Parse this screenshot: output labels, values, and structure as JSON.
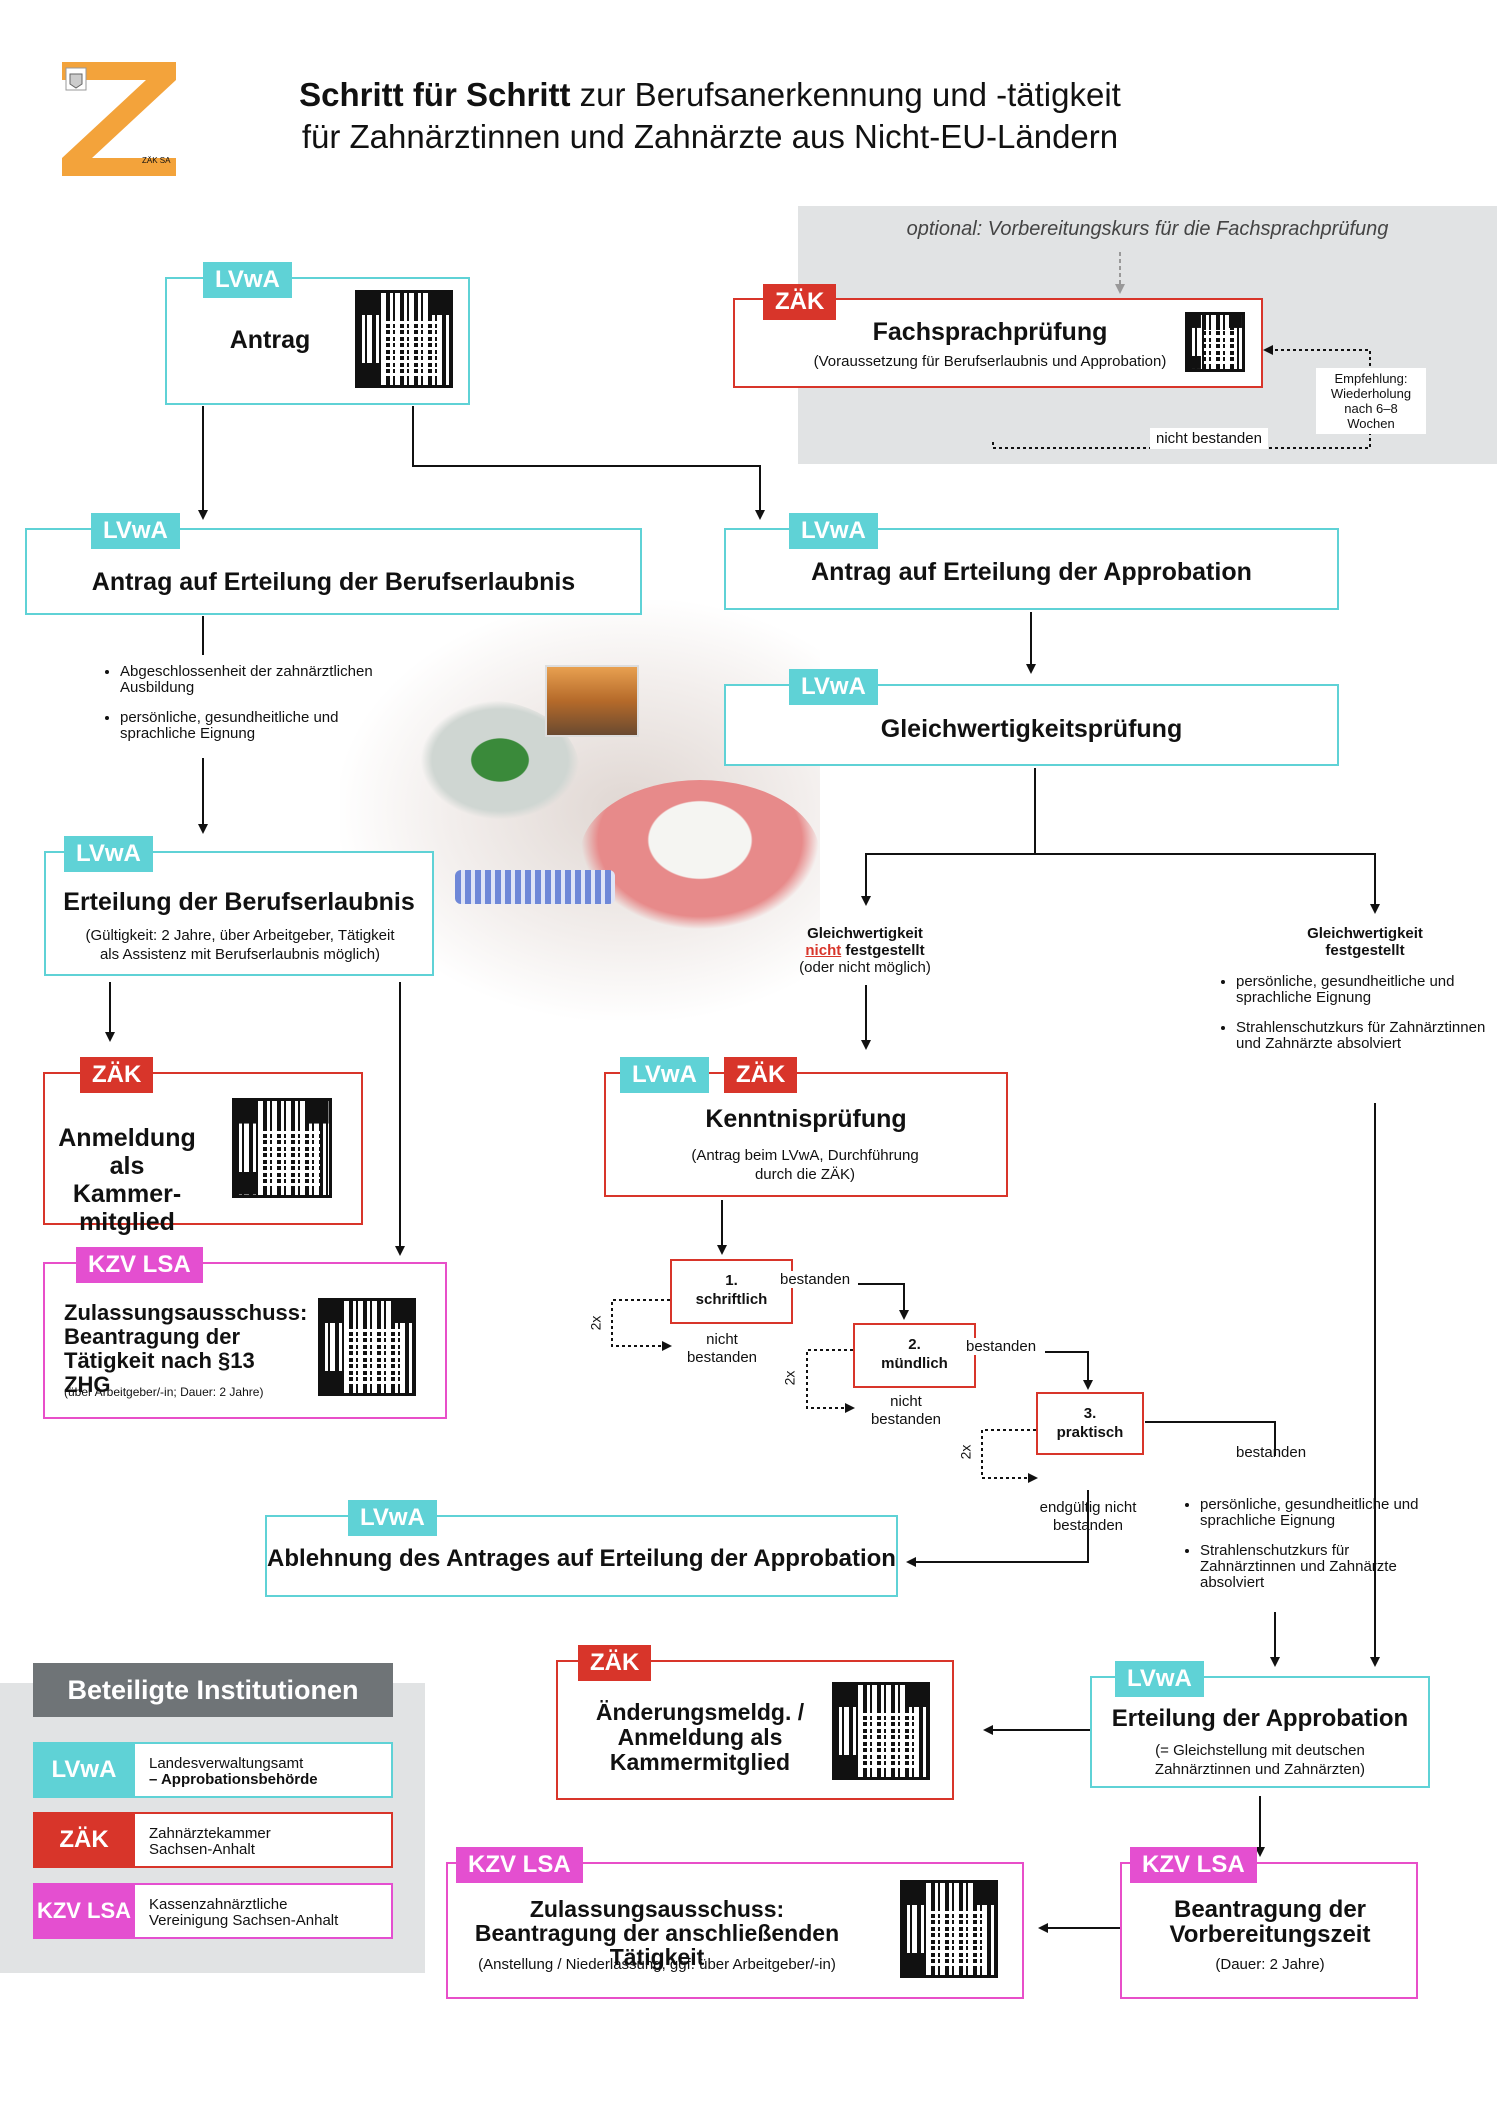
{
  "header": {
    "logo_text": "ZÄK SA",
    "title_bold": "Schritt für Schritt",
    "title_rest": " zur Berufsanerkennung und -tätigkeit",
    "title_line2": "für Zahnärztinnen und Zahnärzte aus Nicht-EU-Ländern"
  },
  "optional": {
    "heading": "optional: Vorbereitungskurs für die Fachsprachprüfung",
    "tag": "ZÄK",
    "title": "Fachsprachprüfung",
    "sub": "(Voraussetzung für Berufserlaubnis und Approbation)",
    "recommend": "Empfehlung: Wiederholung nach 6–8 Wochen",
    "failed": "nicht bestanden"
  },
  "antrag": {
    "tag": "LVwA",
    "title": "Antrag"
  },
  "berufserlaubnis_antrag": {
    "tag": "LVwA",
    "title": "Antrag auf Erteilung der Berufserlaubnis",
    "bullets": [
      "Abgeschlossenheit der zahnärztlichen Ausbildung",
      "persönliche, gesundheitliche und sprachliche Eignung"
    ]
  },
  "approbation_antrag": {
    "tag": "LVwA",
    "title": "Antrag auf Erteilung der Approbation"
  },
  "gleichwertigkeit": {
    "tag": "LVwA",
    "title": "Gleichwertigkeitsprüfung"
  },
  "berufserlaubnis": {
    "tag": "LVwA",
    "title": "Erteilung der Berufserlaubnis",
    "sub": "(Gültigkeit: 2 Jahre, über Arbeitgeber, Tätigkeit als Assistenz mit Berufserlaubnis möglich)"
  },
  "not_equal": {
    "line1": "Gleichwertigkeit",
    "word": "nicht",
    "line2": " festgestellt",
    "line3": "(oder nicht möglich)"
  },
  "equal": {
    "title": "Gleichwertigkeit festgestellt",
    "bullets": [
      "persönliche, gesundheitliche und sprachliche Eignung",
      "Strahlenschutzkurs für Zahnärztinnen und Zahnärzte absolviert"
    ]
  },
  "kammer": {
    "tag": "ZÄK",
    "title": "Anmeldung als Kammer-mitglied"
  },
  "kenntnis": {
    "tag1": "LVwA",
    "tag2": "ZÄK",
    "title": "Kenntnisprüfung",
    "sub": "(Antrag beim LVwA, Durchführung durch die ZÄK)"
  },
  "zulassung1": {
    "tag": "KZV LSA",
    "title": "Zulassungsausschuss: Beantragung der Tätigkeit nach §13 ZHG",
    "sub": "(über Arbeitgeber/-in; Dauer: 2 Jahre)"
  },
  "steps": {
    "s1_num": "1.",
    "s1": "schriftlich",
    "s2_num": "2.",
    "s2": "mündlich",
    "s3_num": "3.",
    "s3": "praktisch",
    "passed": "bestanden",
    "failed": "nicht bestanden",
    "twice": "2x",
    "final_failed": "endgültig nicht bestanden",
    "after_bullets": [
      "persönliche, gesundheitliche und sprachliche Eignung",
      "Strahlenschutzkurs für Zahnärztinnen und Zahnärzte absolviert"
    ]
  },
  "ablehnung": {
    "tag": "LVwA",
    "title": "Ablehnung des Antrages auf Erteilung der Approbation"
  },
  "institutions": {
    "heading": "Beteiligte Institutionen",
    "items": [
      {
        "tag": "LVwA",
        "line1": "Landesverwaltungsamt",
        "line2": "– Approbationsbehörde"
      },
      {
        "tag": "ZÄK",
        "line1": "Zahnärztekammer",
        "line2": "Sachsen-Anhalt"
      },
      {
        "tag": "KZV LSA",
        "line1": "Kassenzahnärztliche",
        "line2": "Vereinigung Sachsen-Anhalt"
      }
    ]
  },
  "aenderung": {
    "tag": "ZÄK",
    "title": "Änderungsmeldg. / Anmeldung als Kammermitglied"
  },
  "approbation": {
    "tag": "LVwA",
    "title": "Erteilung der Approbation",
    "sub": "(= Gleichstellung mit deutschen Zahnärztinnen und Zahnärzten)"
  },
  "zulassung2": {
    "tag": "KZV LSA",
    "title": "Zulassungsausschuss: Beantragung der anschließenden Tätigkeit",
    "sub": "(Anstellung / Niederlassung, ggf. über Arbeitgeber/-in)"
  },
  "vorbereitung": {
    "tag": "KZV LSA",
    "title": "Beantragung der Vorbereitungszeit",
    "sub": "(Dauer: 2 Jahre)"
  },
  "colors": {
    "cyan": "#5fd2d6",
    "red": "#d8352a",
    "magenta": "#e44fd0",
    "orange": "#f3a33b",
    "grey": "#e1e3e4"
  }
}
